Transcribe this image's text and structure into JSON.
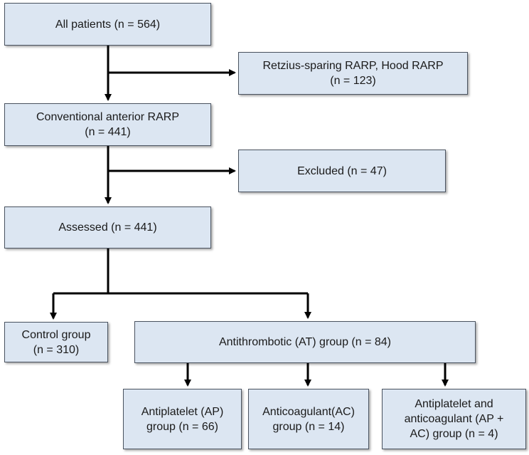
{
  "colors": {
    "box_fill": "#dce6f2",
    "box_border": "#4a5360",
    "arrow": "#000000"
  },
  "nodes": {
    "all_patients": "All patients (n = 564)",
    "retzius": "Retzius-sparing RARP, Hood RARP\n(n = 123)",
    "conventional": "Conventional anterior RARP\n(n = 441)",
    "excluded": "Excluded (n = 47)",
    "assessed": "Assessed (n = 441)",
    "control": "Control group\n(n = 310)",
    "antithrombotic": "Antithrombotic (AT) group (n = 84)",
    "antiplatelet": "Antiplatelet (AP)\ngroup (n = 66)",
    "anticoagulant": "Anticoagulant(AC)\ngroup (n = 14)",
    "ap_ac": "Antiplatelet and\nanticoagulant (AP +\nAC) group (n = 4)"
  }
}
